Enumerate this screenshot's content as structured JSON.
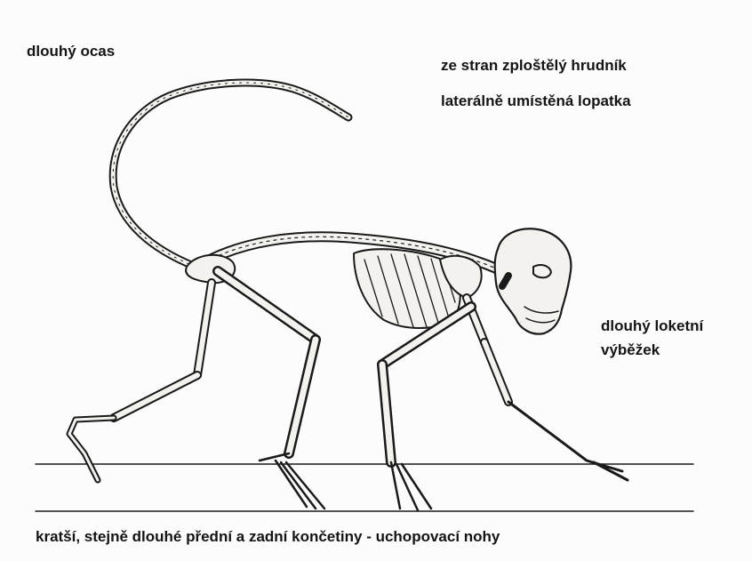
{
  "labels": {
    "tail": "dlouhý ocas",
    "chest": "ze stran zploštělý hrudník",
    "scapula": "laterálně umístěná lopatka",
    "elbow_line1": "dlouhý loketní",
    "elbow_line2": "výběžek",
    "limbs": "kratší,  stejně dlouhé přední a zadní končetiny   -    uchopovací nohy"
  },
  "colors": {
    "bone_stroke": "#1a1a1a",
    "bone_fill": "#f4f2ee",
    "background": "#fcfcfc"
  }
}
